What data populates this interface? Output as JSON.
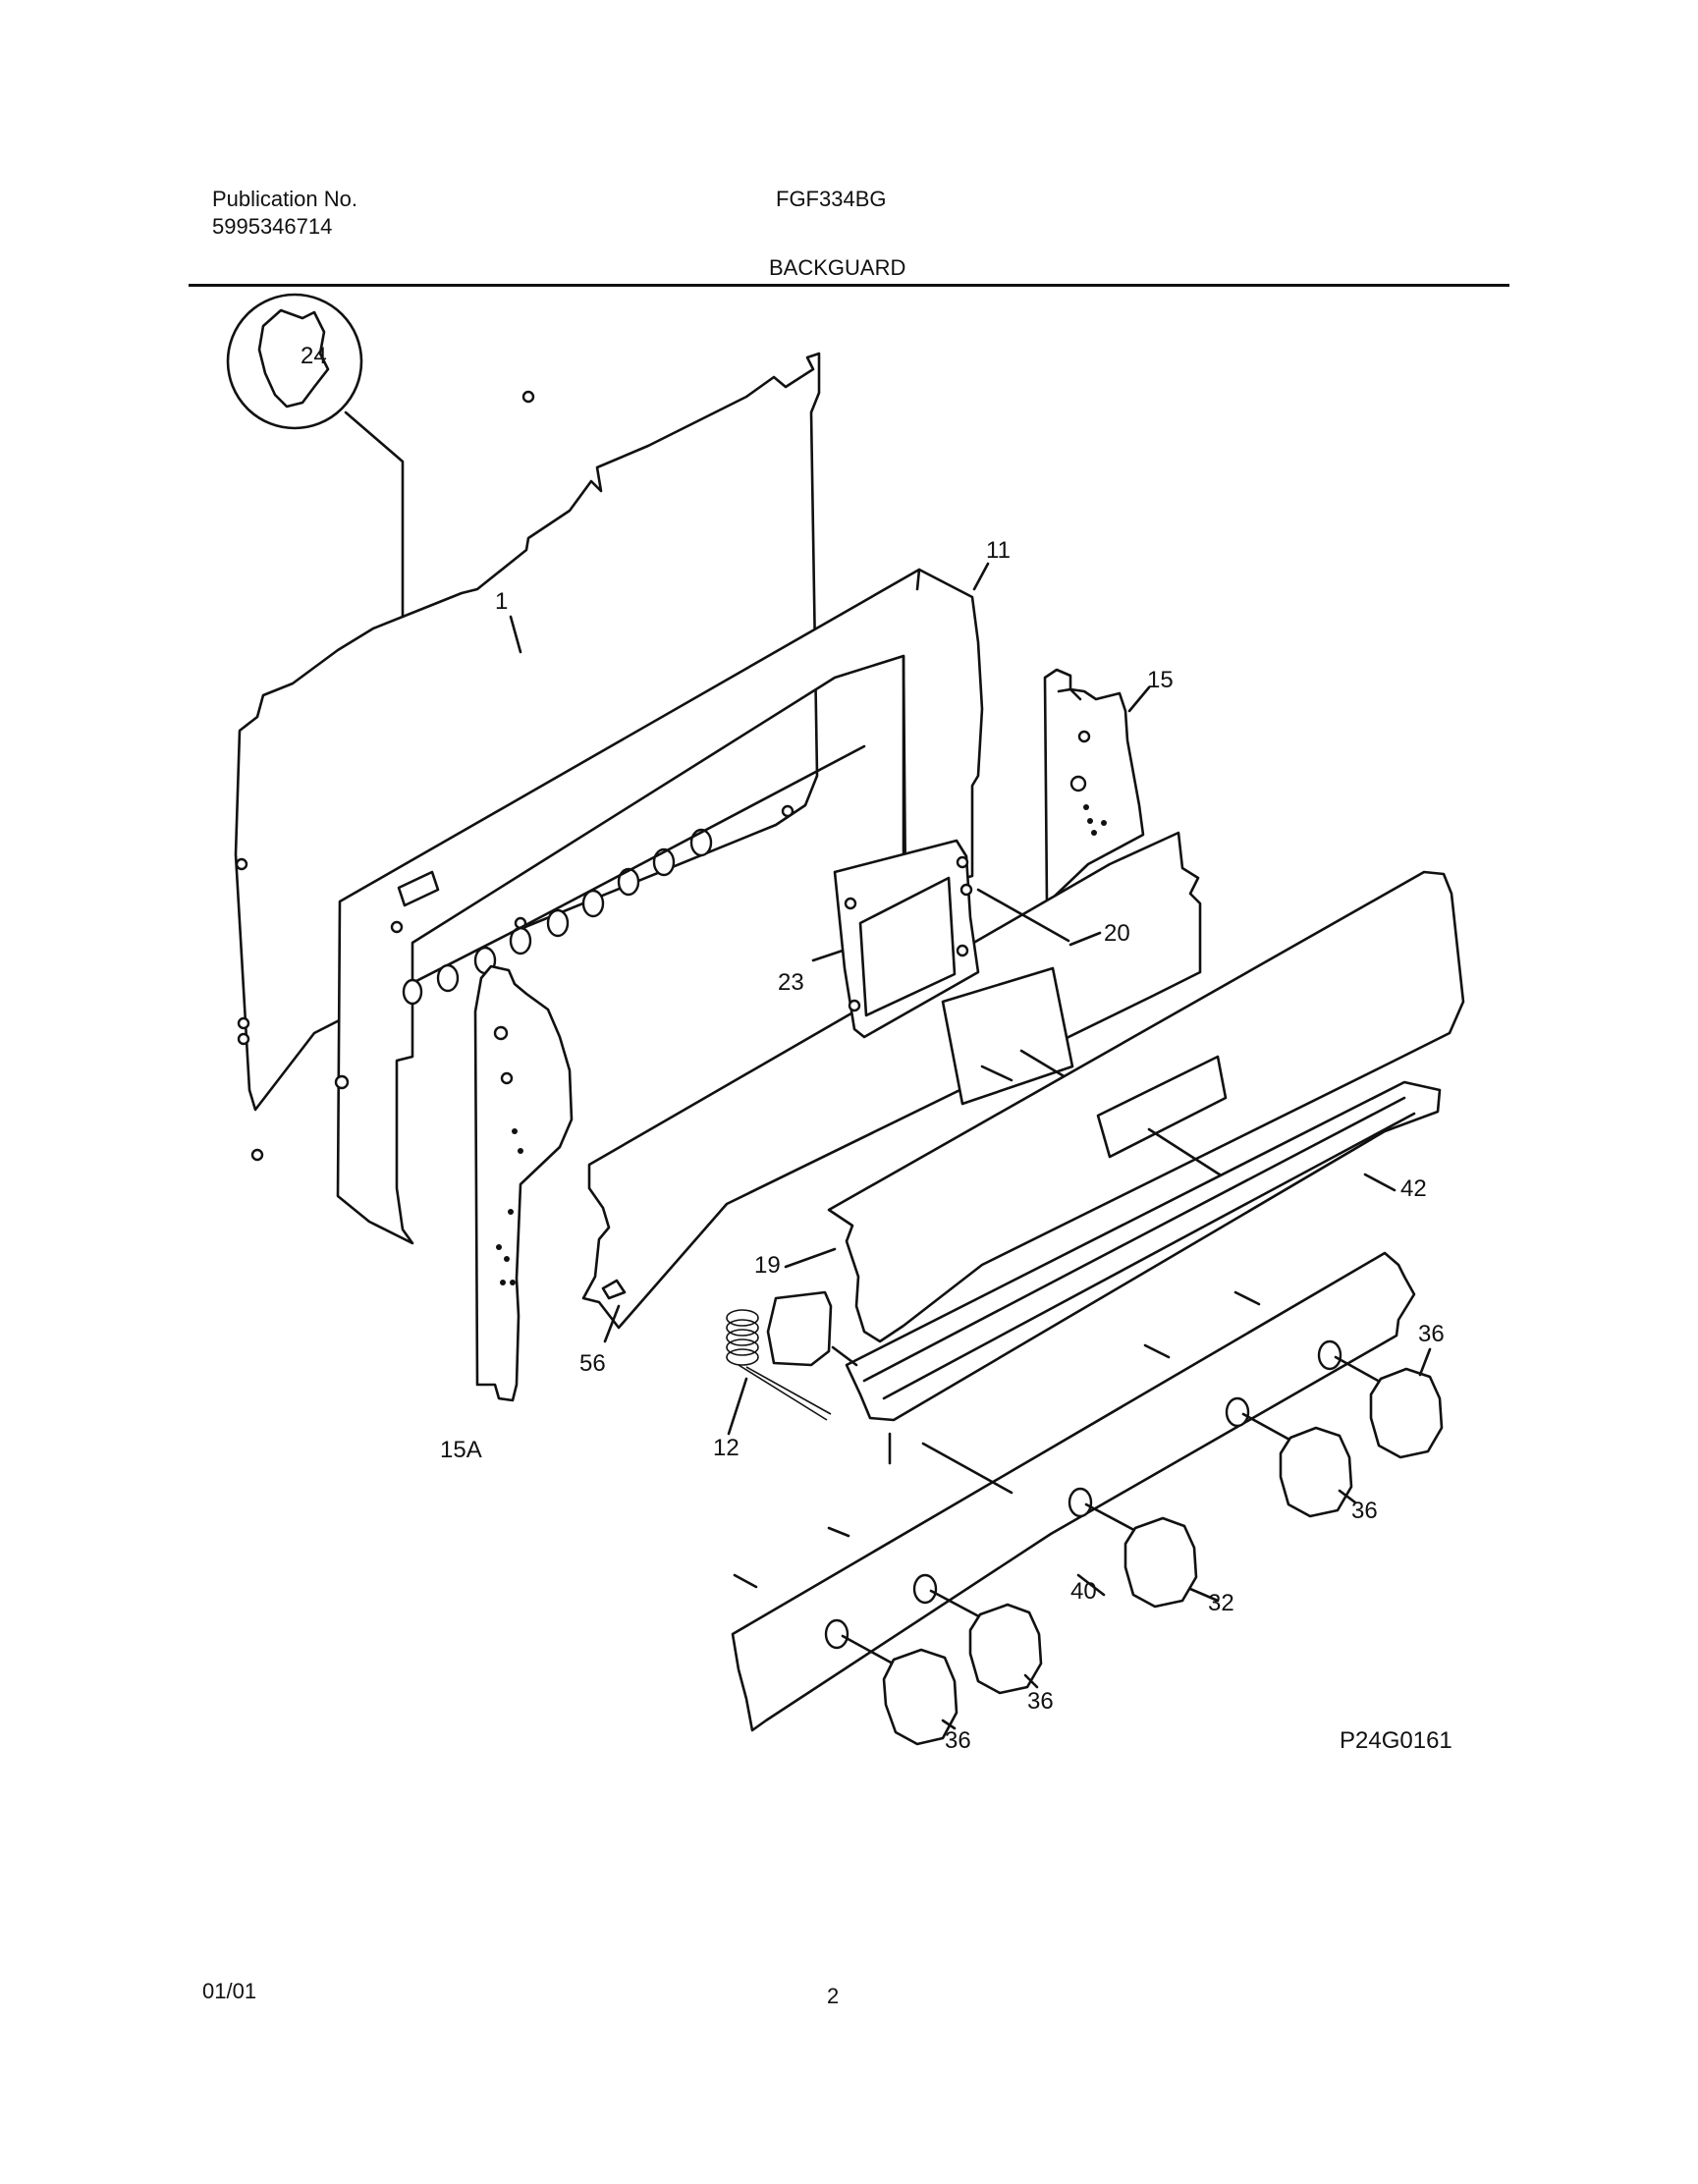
{
  "header": {
    "publication_label": "Publication No.",
    "publication_number": "5995346714",
    "model": "FGF334BG",
    "section": "BACKGUARD"
  },
  "diagram": {
    "drawing_number": "P24G0161",
    "callouts": [
      "24",
      "1",
      "11",
      "15",
      "23",
      "20",
      "42",
      "19",
      "56",
      "15A",
      "12",
      "36",
      "36",
      "32",
      "40",
      "36",
      "36"
    ]
  },
  "footer": {
    "date": "01/01",
    "page": "2"
  }
}
